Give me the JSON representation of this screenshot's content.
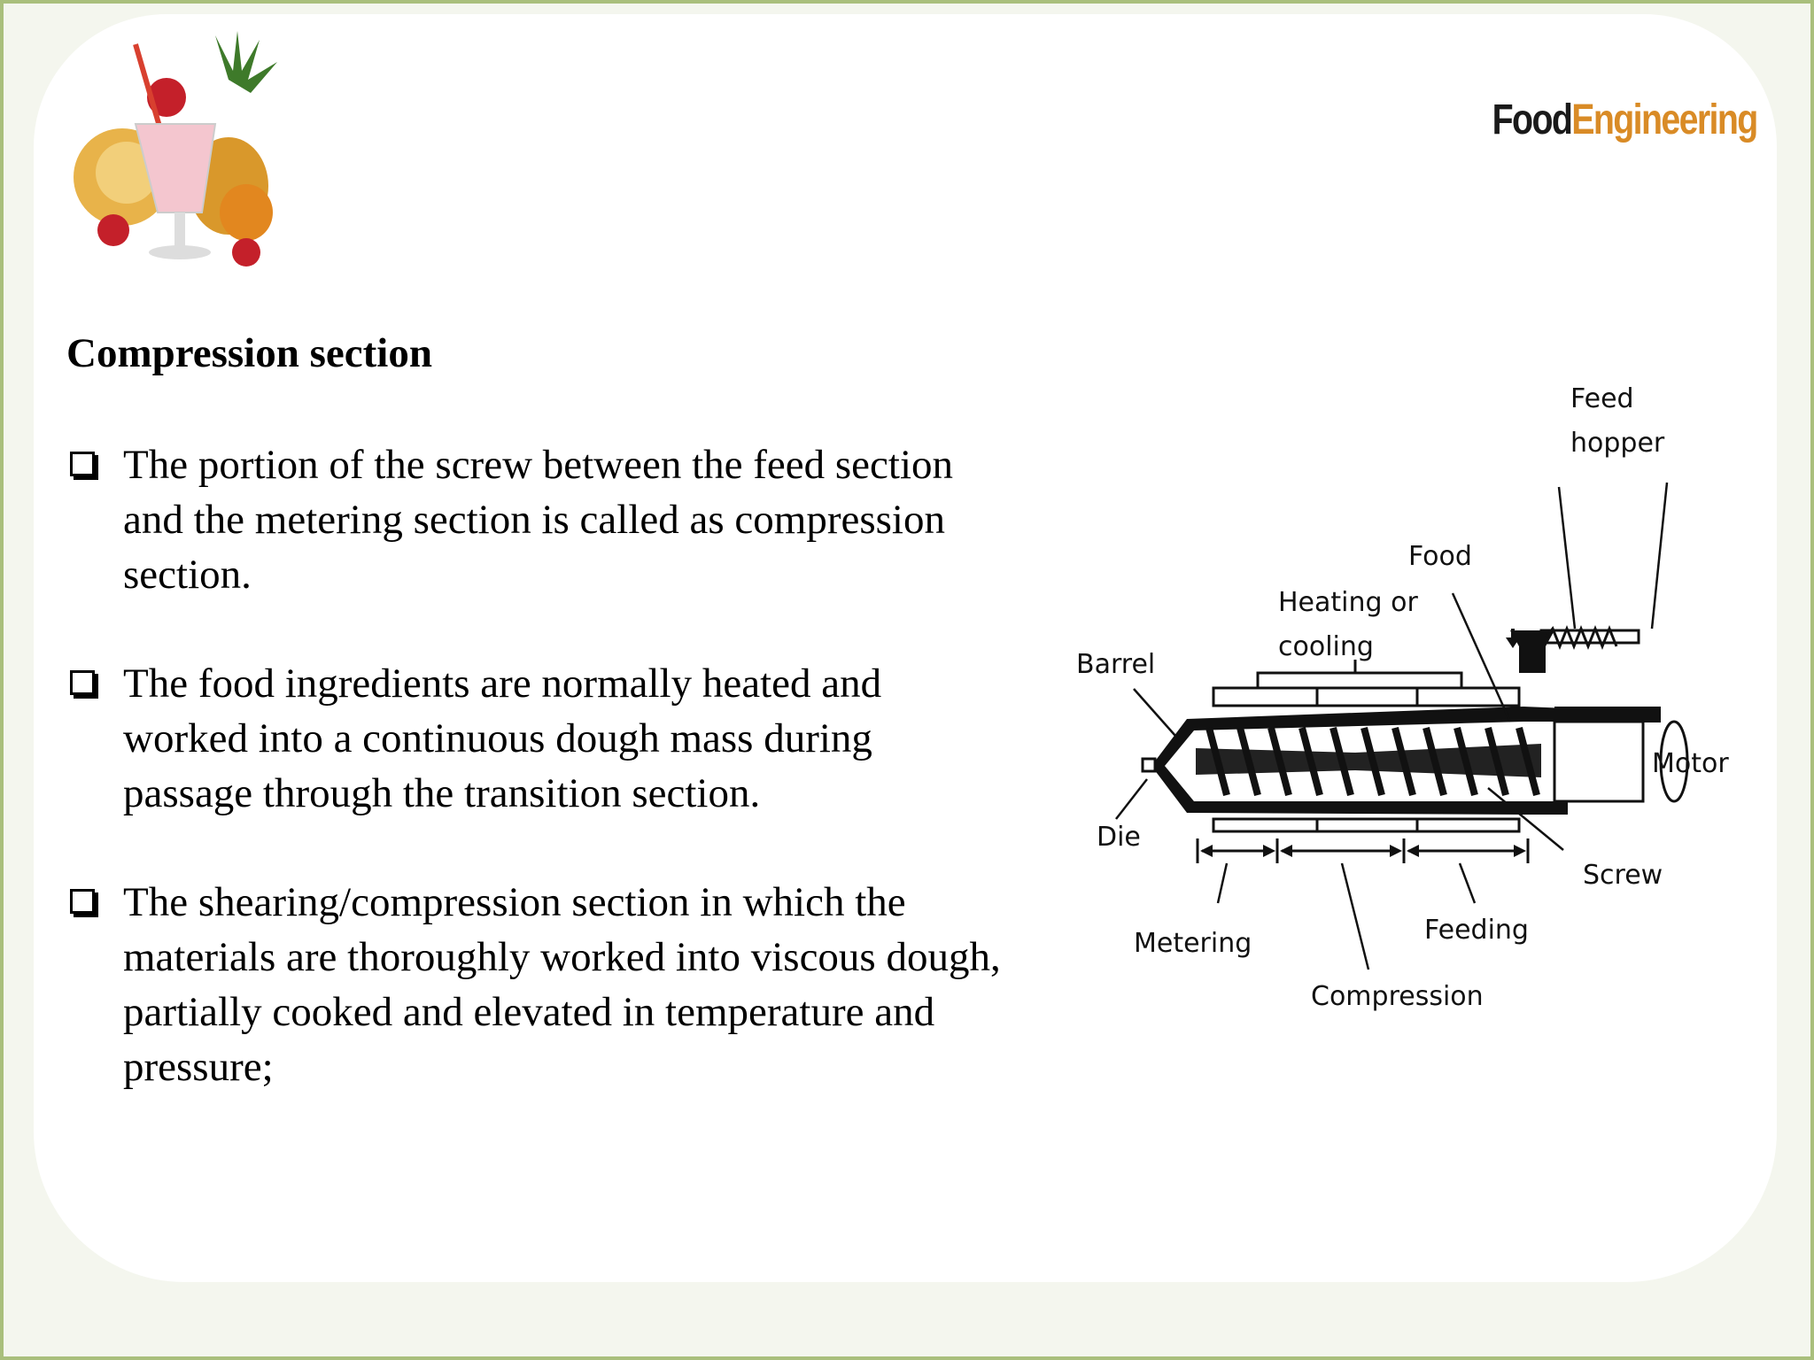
{
  "slide": {
    "title": "Compression section",
    "brand": {
      "part1": "Food",
      "part2": "Engineering"
    },
    "bullets": [
      "The portion of the screw between the feed section and the metering section is called as compression section.",
      "The food ingredients are normally heated and worked into a continuous dough mass during passage through the transition section.",
      "The shearing/compression section in which the materials are thoroughly worked into viscous dough, partially cooked and elevated in temperature and pressure;"
    ]
  },
  "diagram": {
    "labels": {
      "feed_hopper_1": "Feed",
      "feed_hopper_2": "hopper",
      "food": "Food",
      "heating_1": "Heating or",
      "heating_2": "cooling",
      "barrel": "Barrel",
      "motor": "Motor",
      "die": "Die",
      "screw": "Screw",
      "metering": "Metering",
      "feeding": "Feeding",
      "compression": "Compression"
    }
  },
  "colors": {
    "frame": "#a9bf7c",
    "brand_accent": "#d98b26",
    "brand_dark": "#1a1a1a"
  }
}
